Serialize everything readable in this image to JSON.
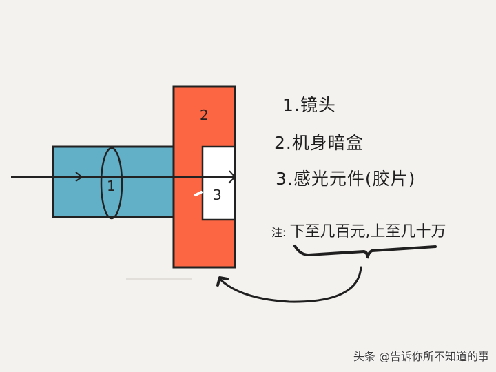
{
  "diagram": {
    "colors": {
      "background": "#f4f2ef",
      "lens_barrel": "#62afc8",
      "camera_body": "#fd6643",
      "sensor": "#ffffff",
      "ink": "#222222"
    },
    "components": [
      {
        "id": "1",
        "name": "lens",
        "label": "1"
      },
      {
        "id": "2",
        "name": "camera-body",
        "label": "2"
      },
      {
        "id": "3",
        "name": "sensor",
        "label": "3"
      }
    ],
    "legend": [
      {
        "number": "1.",
        "text": "镜头"
      },
      {
        "number": "2.",
        "text": "机身暗盒"
      },
      {
        "number": "3.",
        "text": "感光元件(胶片)"
      }
    ],
    "note": {
      "prefix": "注:",
      "text": "下至几百元,上至几十万"
    }
  },
  "watermark": "头条 @告诉你所不知道的事"
}
